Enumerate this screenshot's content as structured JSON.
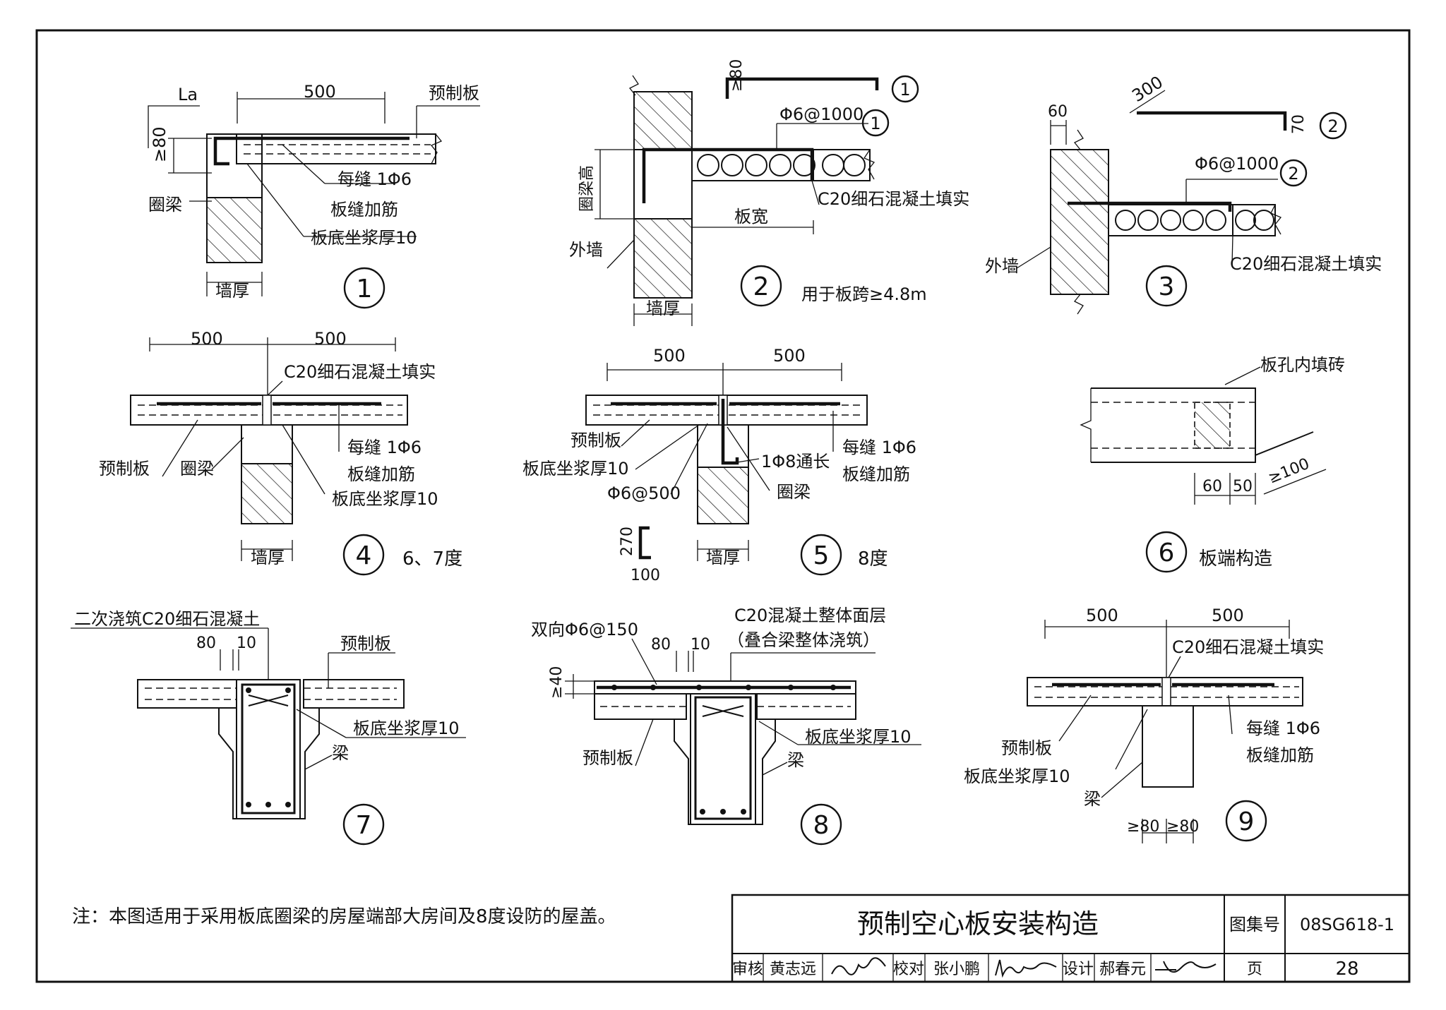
{
  "details": {
    "d1": {
      "num": "1",
      "La": "La",
      "dim500": "500",
      "ge80": "≥80",
      "slab": "预制板",
      "joint1": "每缝 1Φ6",
      "joint2": "板缝加筋",
      "beam": "圈梁",
      "mortar": "板底坐浆厚10",
      "wall": "墙厚"
    },
    "d2": {
      "num": "2",
      "ge80": "≥80",
      "mark1": "1",
      "rebar": "Φ6@1000",
      "mark2": "1",
      "beamh": "圈梁高",
      "conc": "C20细石混凝土填实",
      "width": "板宽",
      "outer": "外墙",
      "wall": "墙厚",
      "note": "用于板跨≥4.8m"
    },
    "d3": {
      "num": "3",
      "d60": "60",
      "d300": "300",
      "d70": "70",
      "mark1": "2",
      "rebar": "Φ6@1000",
      "mark2": "2",
      "outer": "外墙",
      "conc": "C20细石混凝土填实"
    },
    "d4": {
      "num": "4",
      "dimA": "500",
      "dimB": "500",
      "conc": "C20细石混凝土填实",
      "joint1": "每缝 1Φ6",
      "joint2": "板缝加筋",
      "slab": "预制板",
      "beam": "圈梁",
      "mortar": "板底坐浆厚10",
      "wall": "墙厚",
      "note": "6、7度"
    },
    "d5": {
      "num": "5",
      "dimA": "500",
      "dimB": "500",
      "slab": "预制板",
      "mortar": "板底坐浆厚10",
      "long": "1Φ8通长",
      "beam": "圈梁",
      "stirrup": "Φ6@500",
      "joint1": "每缝 1Φ6",
      "joint2": "板缝加筋",
      "h270": "270",
      "w100": "100",
      "wall": "墙厚",
      "note": "8度"
    },
    "d6": {
      "num": "6",
      "brick": "板孔内填砖",
      "d60": "60",
      "d50": "50",
      "ge100": "≥100",
      "note": "板端构造"
    },
    "d7": {
      "num": "7",
      "second": "二次浇筑C20细石混凝土",
      "d80": "80",
      "d10": "10",
      "slab": "预制板",
      "mortar": "板底坐浆厚10",
      "beam": "梁"
    },
    "d8": {
      "num": "8",
      "mesh": "双向Φ6@150",
      "top1": "C20混凝土整体面层",
      "top2": "（叠合梁整体浇筑）",
      "d80": "80",
      "d10": "10",
      "ge40": "≥40",
      "slab": "预制板",
      "mortar": "板底坐浆厚10",
      "beam": "梁"
    },
    "d9": {
      "num": "9",
      "dimA": "500",
      "dimB": "500",
      "conc": "C20细石混凝土填实",
      "slab": "预制板",
      "mortar": "板底坐浆厚10",
      "joint1": "每缝 1Φ6",
      "joint2": "板缝加筋",
      "beam": "梁",
      "ge80a": "≥80",
      "ge80b": "≥80"
    }
  },
  "note": "注：本图适用于采用板底圈梁的房屋端部大房间及8度设防的屋盖。",
  "title_block": {
    "title": "预制空心板安装构造",
    "atlas_label": "图集号",
    "atlas_no": "08SG618-1",
    "review_label": "审核",
    "reviewer": "黄志远",
    "check_label": "校对",
    "checker": "张小鹏",
    "design_label": "设计",
    "designer": "郝春元",
    "page_label": "页",
    "page_no": "28"
  }
}
